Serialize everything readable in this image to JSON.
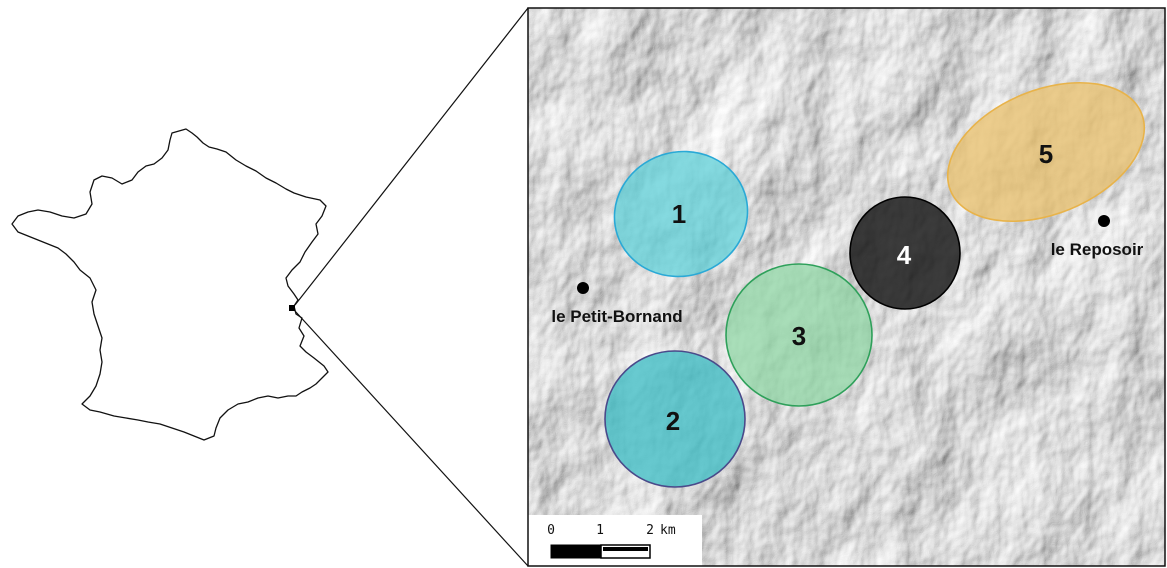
{
  "overview": {
    "country": "France",
    "marker": "study-area-marker"
  },
  "zones": [
    {
      "id": "1",
      "label": "1",
      "fill": "#5fd0d8",
      "stroke": "#2aa9d6",
      "fill_opacity": 0.75,
      "label_color": "#111111"
    },
    {
      "id": "2",
      "label": "2",
      "fill": "#3fbcc4",
      "stroke": "#4a4a8a",
      "fill_opacity": 0.78,
      "label_color": "#111111"
    },
    {
      "id": "3",
      "label": "3",
      "fill": "#8fd6a4",
      "stroke": "#2ea05a",
      "fill_opacity": 0.75,
      "label_color": "#111111"
    },
    {
      "id": "4",
      "label": "4",
      "fill": "#1b1b1b",
      "stroke": "#000000",
      "fill_opacity": 0.85,
      "label_color": "#ffffff"
    },
    {
      "id": "5",
      "label": "5",
      "fill": "#e8c272",
      "stroke": "#e8b34a",
      "fill_opacity": 0.8,
      "label_color": "#111111"
    }
  ],
  "towns": [
    {
      "id": "petit-bornand",
      "name": "le Petit-Bornand"
    },
    {
      "id": "reposoir",
      "name": "le Reposoir"
    }
  ],
  "scale_bar": {
    "labels": [
      "0",
      "1",
      "2"
    ],
    "unit": "km"
  }
}
